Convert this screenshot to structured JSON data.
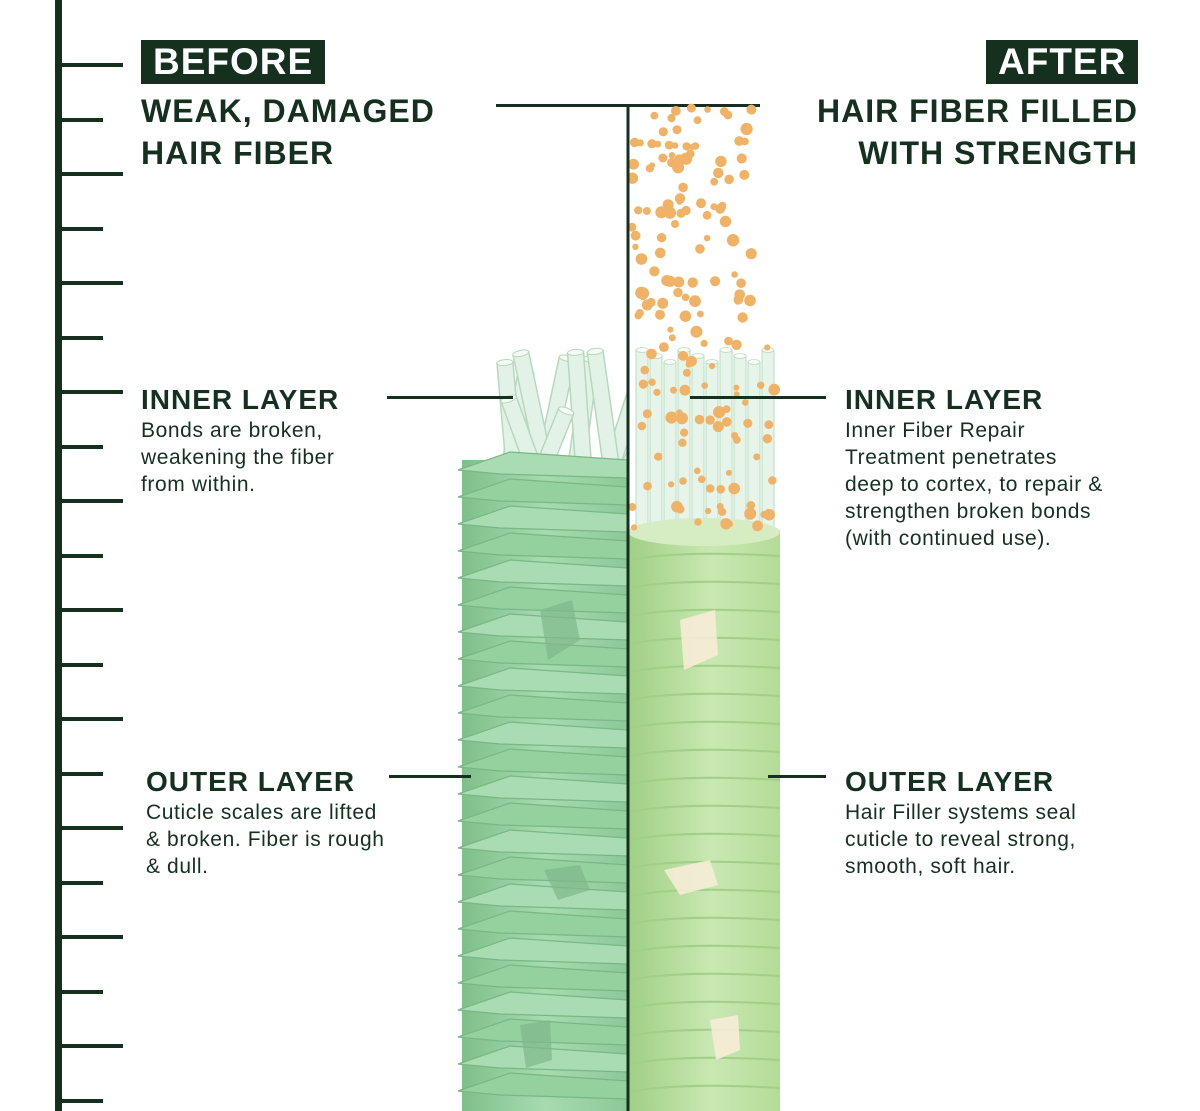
{
  "before": {
    "badge": "BEFORE",
    "heading_line1": "WEAK, DAMAGED",
    "heading_line2": "HAIR FIBER",
    "inner_title": "INNER LAYER",
    "inner_body": [
      "Bonds are broken,",
      "weakening the fiber",
      "from within."
    ],
    "outer_title": "OUTER LAYER",
    "outer_body": [
      "Cuticle scales are lifted",
      "& broken. Fiber is rough",
      "& dull."
    ]
  },
  "after": {
    "badge": "AFTER",
    "heading_line1": "HAIR FIBER FILLED",
    "heading_line2": "WITH STRENGTH",
    "inner_title": "INNER LAYER",
    "inner_body": [
      "Inner Fiber Repair",
      "Treatment penetrates",
      "deep to cortex, to repair &",
      "strengthen broken bonds",
      "(with continued use)."
    ],
    "outer_title": "OUTER LAYER",
    "outer_body": [
      "Hair Filler systems seal",
      "cuticle to reveal strong,",
      "smooth, soft hair."
    ]
  },
  "colors": {
    "dark_green": "#15301f",
    "damaged_fiber": "#9fd6a6",
    "damaged_fiber_dark": "#86c390",
    "repaired_fiber": "#bfe2a6",
    "repaired_fiber_dark": "#a6d38a",
    "strand": "#e6f4ea",
    "particle": "#f0b266"
  }
}
